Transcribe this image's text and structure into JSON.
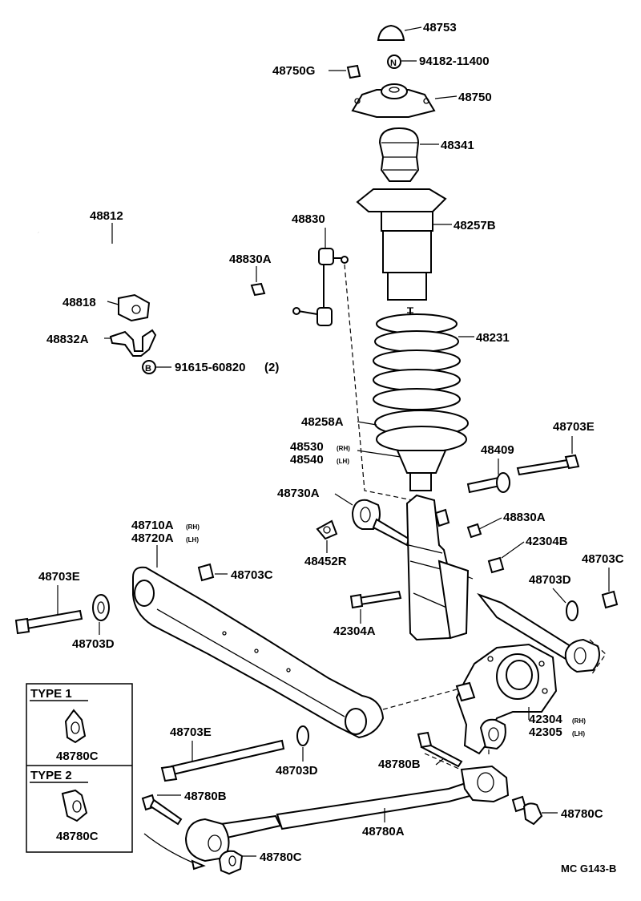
{
  "labels": {
    "p48753": "48753",
    "p48750G": "48750G",
    "p94182": "94182-11400",
    "p48750": "48750",
    "p48341": "48341",
    "p48812": "48812",
    "p48830": "48830",
    "p48830A_top": "48830A",
    "p48257B": "48257B",
    "p48818": "48818",
    "p48832A": "48832A",
    "p48231": "48231",
    "p91615": "91615-60820",
    "p91615_qty": "(2)",
    "p48258A": "48258A",
    "p48703E_right": "48703E",
    "p48530": "48530",
    "p48540": "48540",
    "p48409": "48409",
    "p48730A": "48730A",
    "p48830A_mid": "48830A",
    "p48710A": "48710A",
    "p48720A": "48720A",
    "p42304B": "42304B",
    "p48452R": "48452R",
    "p48703C_right": "48703C",
    "p48703C_mid": "48703C",
    "p48703E_left": "48703E",
    "p48703D_right": "48703D",
    "p42304A": "42304A",
    "p48703D_left": "48703D",
    "p42304": "42304",
    "p42305": "42305",
    "p48703E_bottom": "48703E",
    "p48780B_right": "48780B",
    "p48703D_bottom": "48703D",
    "p48780B_left": "48780B",
    "p48780C_right": "48780C",
    "p48780A": "48780A",
    "p48780C_bottom": "48780C",
    "rh": "(RH)",
    "lh": "(LH)",
    "callout_n": "N",
    "callout_b": "B",
    "diagram_code": "MC  G143-B"
  },
  "type_boxes": [
    {
      "title": "TYPE 1",
      "part": "48780C"
    },
    {
      "title": "TYPE 2",
      "part": "48780C"
    }
  ]
}
